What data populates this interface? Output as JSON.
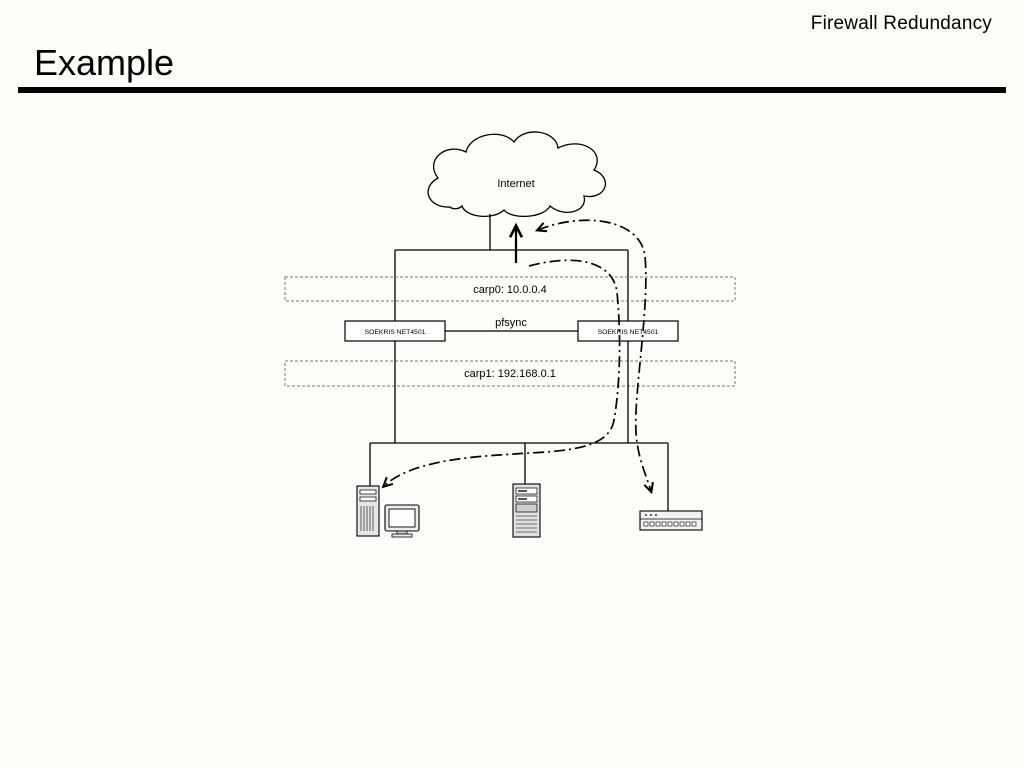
{
  "header": {
    "slide_title": "Firewall Redundancy",
    "heading": "Example"
  },
  "diagram": {
    "internet_label": "Internet",
    "carp0_label": "carp0: 10.0.0.4",
    "pfsync_label": "pfsync",
    "firewall_left_label": "SOEKRIS NET4501",
    "firewall_right_label": "SOEKRIS NET4501",
    "carp1_label": "carp1: 192.168.0.1"
  },
  "colors": {
    "background": "#fcfcf8",
    "ink": "#000000"
  }
}
